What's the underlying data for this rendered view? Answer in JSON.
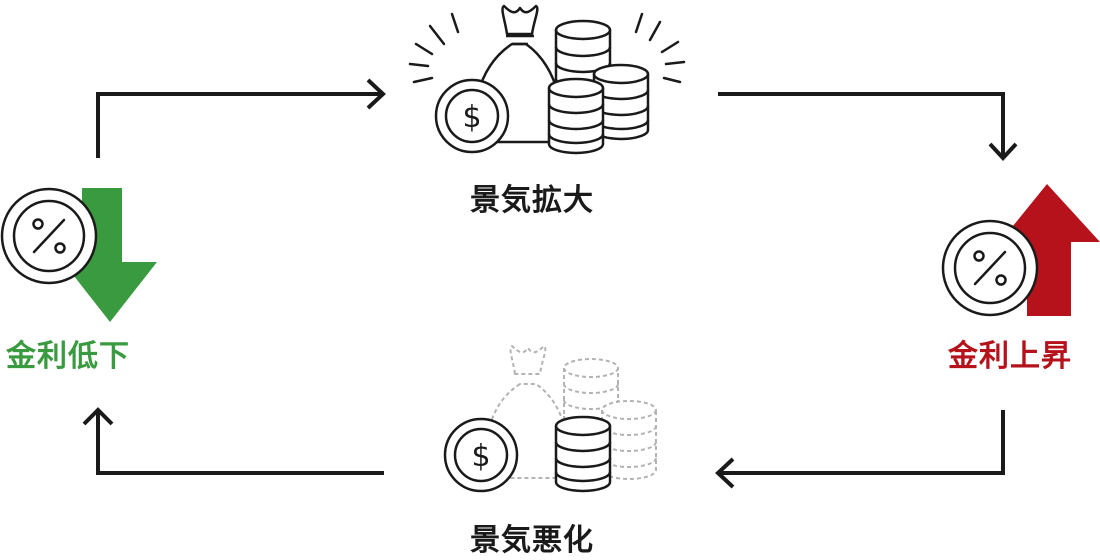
{
  "labels": {
    "boom": "景気拡大",
    "recession": "景気悪化",
    "rate_down": "金利低下",
    "rate_up": "金利上昇"
  },
  "icons": {
    "coin_symbol": "$",
    "percent_symbol": "%"
  },
  "colors": {
    "ink": "#1a1a1a",
    "down": "#3a9a3f",
    "up": "#b5121b",
    "faded": "#b3b3b3"
  }
}
